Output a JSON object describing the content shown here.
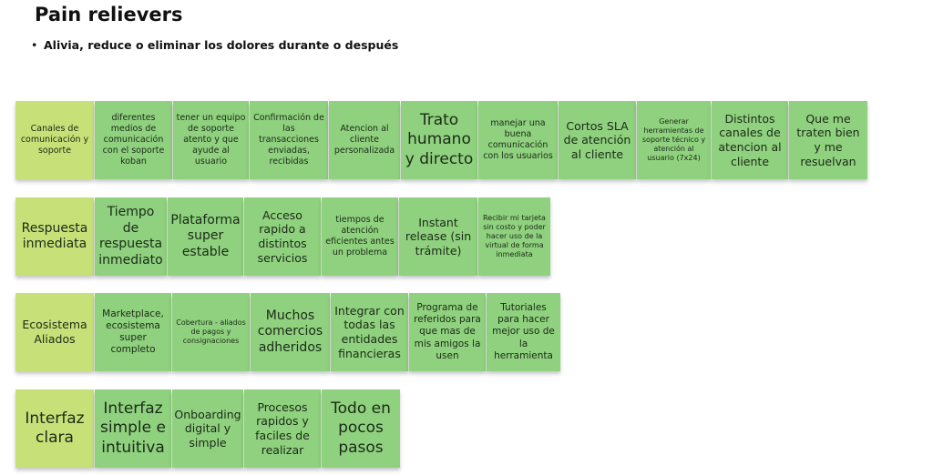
{
  "header": {
    "title": "Pain relievers",
    "bullet": "Alivia, reduce o eliminar los dolores durante o después"
  },
  "rows": [
    {
      "name": "canales",
      "notes": [
        "Canales de comunicación y soporte",
        "diferentes medios de comunicación con el soporte koban",
        "tener un equipo de soporte atento y que ayude al usuario",
        "Confirmación de las transacciones enviadas, recibidas",
        "Atencion al cliente personalizada",
        "Trato humano y directo",
        "manejar una buena comunicación con los usuarios",
        "Cortos SLA de atención al cliente",
        "Generar herramientas de soporte técnico y atención al usuario (7x24)",
        "Distintos canales de atencion al cliente",
        "Que me traten bien y me resuelvan"
      ]
    },
    {
      "name": "respuesta",
      "notes": [
        "Respuesta inmediata",
        "Tiempo de respuesta inmediato",
        "Plataforma super estable",
        "Acceso rapido a distintos servicios",
        "tiempos de atención eficientes antes un problema",
        "Instant release (sin trámite)",
        "Recibir mi tarjeta sin costo y poder hacer uso de la virtual de forma inmediata"
      ]
    },
    {
      "name": "ecosistema",
      "notes": [
        "Ecosistema Aliados",
        "Marketplace, ecosistema super completo",
        "Cobertura - aliados de pagos y consignaciones",
        "Muchos comercios adheridos",
        "Integrar con todas las entidades financieras",
        "Programa de referidos para que mas de mis amigos la usen",
        "Tutoriales para hacer mejor uso de la herramienta"
      ]
    },
    {
      "name": "interfaz",
      "notes": [
        "Interfaz clara",
        "Interfaz simple e intuitiva",
        "Onboarding digital y simple",
        "Procesos rapidos y faciles de realizar",
        "Todo en pocos pasos"
      ]
    }
  ]
}
